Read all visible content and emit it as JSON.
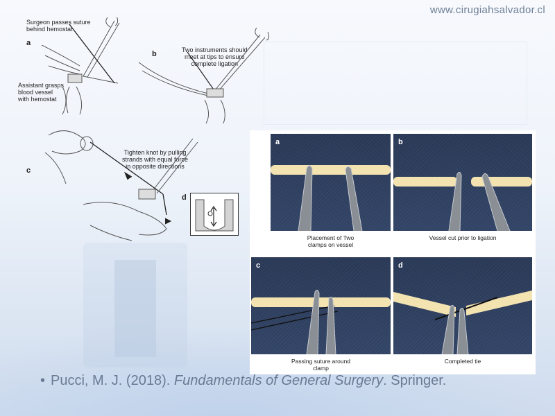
{
  "website": "www.cirugiahsalvador.cl",
  "illustration": {
    "a": {
      "letter": "a",
      "top_caption": [
        "Surgeon passes suture",
        "behind hemostat"
      ],
      "bottom_caption": [
        "Assistant grasps",
        "blood vessel",
        "with hemostat"
      ]
    },
    "b": {
      "letter": "b",
      "caption": [
        "Two instruments should",
        "meet at tips to ensure",
        "complete ligation"
      ]
    },
    "c": {
      "letter": "c",
      "caption": [
        "Tighten knot by pulling",
        "strands with equal force",
        "in opposite directions"
      ]
    },
    "d": {
      "letter": "d"
    }
  },
  "photos": [
    {
      "letter": "a",
      "caption": [
        "Placement of Two",
        "clamps on vessel"
      ]
    },
    {
      "letter": "b",
      "caption": [
        "Vessel cut prior to ligation"
      ]
    },
    {
      "letter": "c",
      "caption": [
        "Passing suture around",
        "clamp"
      ]
    },
    {
      "letter": "d",
      "caption": [
        "Completed tie"
      ]
    }
  ],
  "citation": {
    "bullet": "•",
    "prefix": "Pucci, M. J. (2018). ",
    "title": "Fundamentals of General Surgery",
    "suffix": ". Springer."
  },
  "colors": {
    "cloth": "#2e3f5e",
    "vessel": "#f3e3b0",
    "accent_text": "#6a7a92"
  }
}
